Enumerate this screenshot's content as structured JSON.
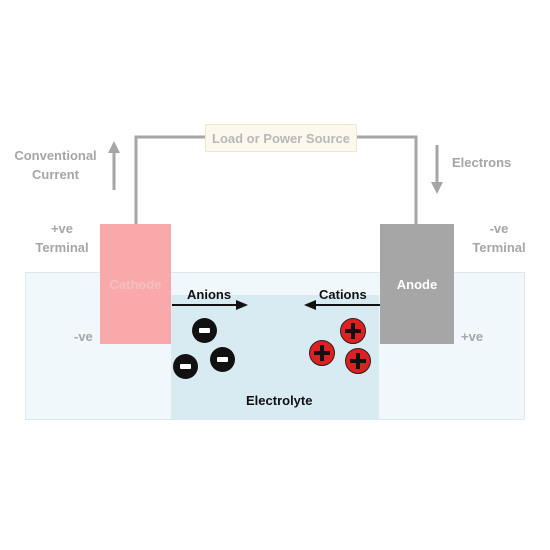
{
  "load": {
    "label": "Load or Power Source"
  },
  "left_side": {
    "current_label": [
      "Conventional",
      "Current"
    ],
    "terminal_label": [
      "+ve",
      "Terminal"
    ],
    "sign_label": "-ve"
  },
  "right_side": {
    "flow_label": "Electrons",
    "terminal_label": [
      "-ve",
      "Terminal"
    ],
    "sign_label": "+ve"
  },
  "electrodes": {
    "cathode": "Cathode",
    "anode": "Anode"
  },
  "ions": {
    "anions_label": "Anions",
    "cations_label": "Cations",
    "anion_count": 3,
    "cation_count": 3
  },
  "electrolyte": {
    "label": "Electrolyte"
  },
  "colors": {
    "wire": "#a6a6a6",
    "cathode": "#f9a9aa",
    "anode": "#a6a6a6",
    "electrolyte": "#d8ebf3",
    "anion": "#111111",
    "cation": "#e02020"
  }
}
